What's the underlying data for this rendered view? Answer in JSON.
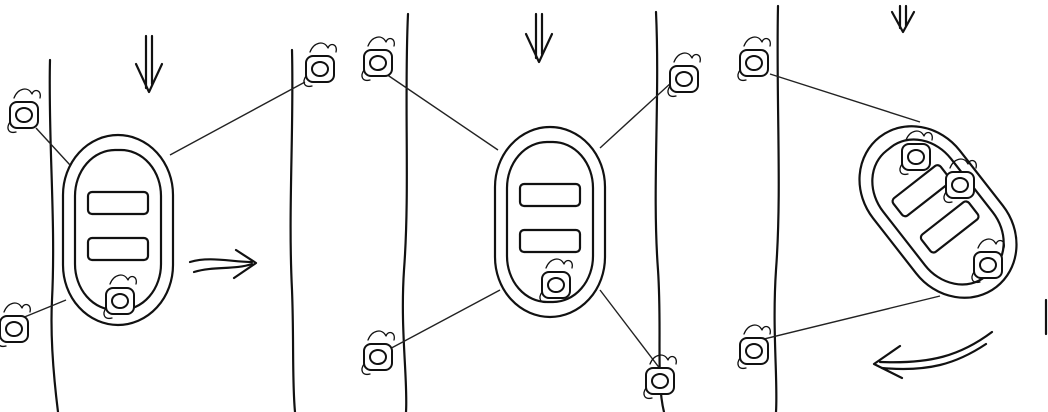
{
  "figure": {
    "panels": [
      {
        "id": "panel-1",
        "current_arrow": "down",
        "boat_motion_arrow": "right"
      },
      {
        "id": "panel-2",
        "current_arrow": "down"
      },
      {
        "id": "panel-3",
        "current_arrow": "down",
        "boat_motion_arrow": "left-curved"
      }
    ],
    "colors": {
      "ink": "#111111",
      "background": "#ffffff"
    }
  }
}
